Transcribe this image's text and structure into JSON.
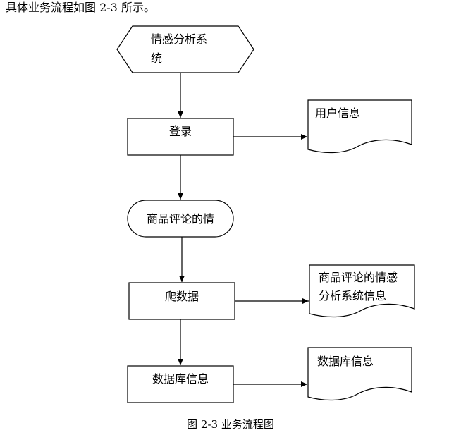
{
  "intro_text": "具体业务流程如图 2-3 所示。",
  "caption": "图 2-3 业务流程图",
  "nodes": {
    "start": {
      "line1": "情感分析系",
      "line2": "统"
    },
    "login": {
      "label": "登录"
    },
    "sentiment": {
      "label": "商品评论的情"
    },
    "crawl": {
      "label": "爬数据"
    },
    "dbinfo": {
      "label": "数据库信息"
    }
  },
  "documents": {
    "user_info": {
      "label": "用户信息"
    },
    "review_info": {
      "line1": "商品评论的情感",
      "line2": "分析系统信息"
    },
    "db_info": {
      "label": "数据库信息"
    }
  }
}
